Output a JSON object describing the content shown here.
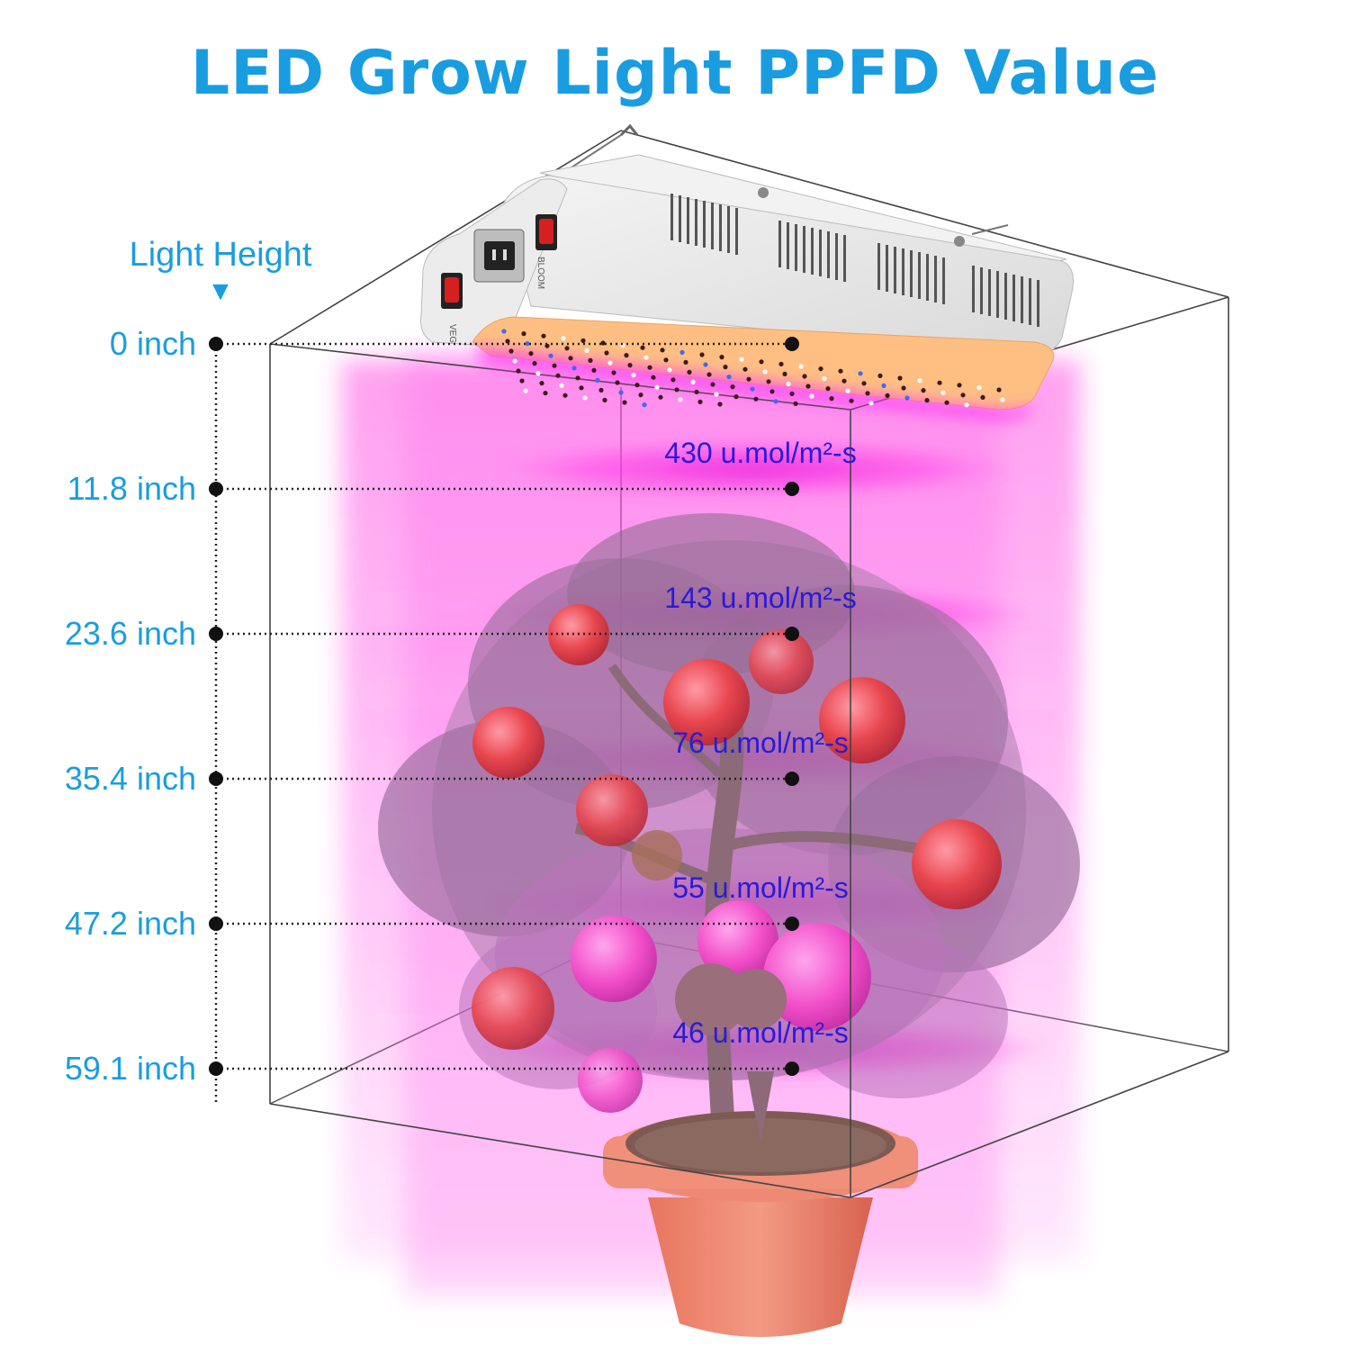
{
  "title": "LED Grow Light PPFD Value",
  "colors": {
    "title": "#1a9de0",
    "height_labels": "#1a9de0",
    "ppfd_values": "#2a1bd8",
    "light_glow": "#ff4fe6",
    "dots": "#111111"
  },
  "light_height": {
    "header": "Light Height",
    "marker": "▼"
  },
  "device": {
    "switch_1": "VEG",
    "switch_2": "BLOOM"
  },
  "chart_data": {
    "type": "table",
    "columns": [
      "Light Height",
      "PPFD"
    ],
    "rows": [
      {
        "height": "0 inch",
        "ppfd": ""
      },
      {
        "height": "11.8 inch",
        "ppfd": "430 u.mol/m²-s"
      },
      {
        "height": "23.6 inch",
        "ppfd": "143 u.mol/m²-s"
      },
      {
        "height": "35.4 inch",
        "ppfd": "76 u.mol/m²-s"
      },
      {
        "height": "47.2 inch",
        "ppfd": "55 u.mol/m²-s"
      },
      {
        "height": "59.1 inch",
        "ppfd": "46 u.mol/m²-s"
      }
    ]
  }
}
